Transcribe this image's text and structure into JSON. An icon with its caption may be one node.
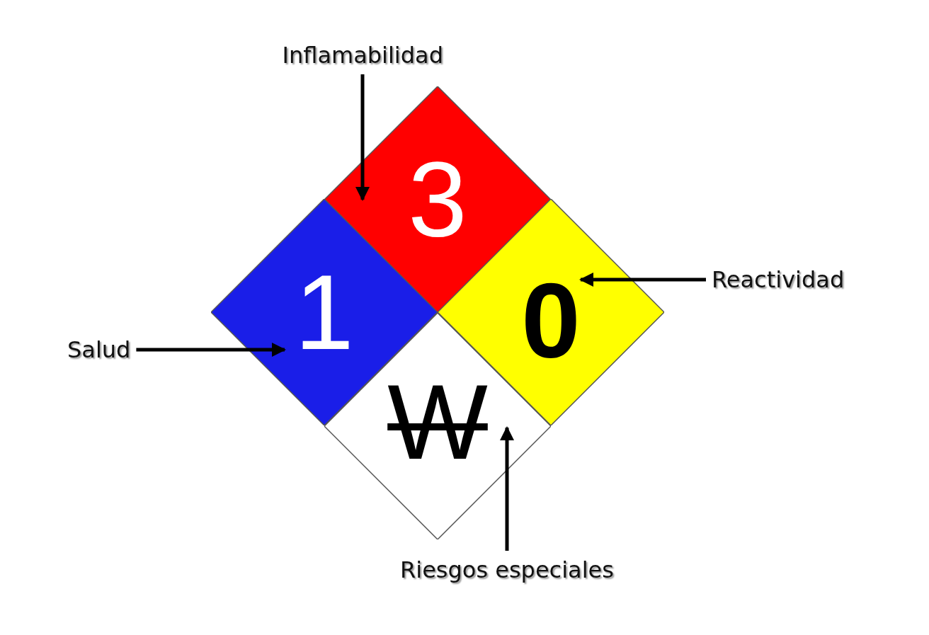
{
  "diagram": {
    "nodes": [
      {
        "text": [
          "Inflamabilidad"
        ]
      },
      {
        "text": [
          "3"
        ]
      },
      {
        "text": [
          "1"
        ]
      },
      {
        "text": [
          "0"
        ]
      },
      {
        "text": [
          "Reactividad"
        ]
      },
      {
        "text": [
          "Salud"
        ]
      },
      {
        "text": [
          "W"
        ]
      },
      {
        "text": [
          "Riesgos especiales"
        ]
      }
    ],
    "edges": [
      {
        "from": 0,
        "to": 1,
        "arrow": "to"
      },
      {
        "from": 4,
        "to": 3,
        "arrow": "to"
      },
      {
        "from": 5,
        "to": 2,
        "arrow": "to"
      },
      {
        "from": 7,
        "to": 6,
        "arrow": "to"
      }
    ]
  }
}
